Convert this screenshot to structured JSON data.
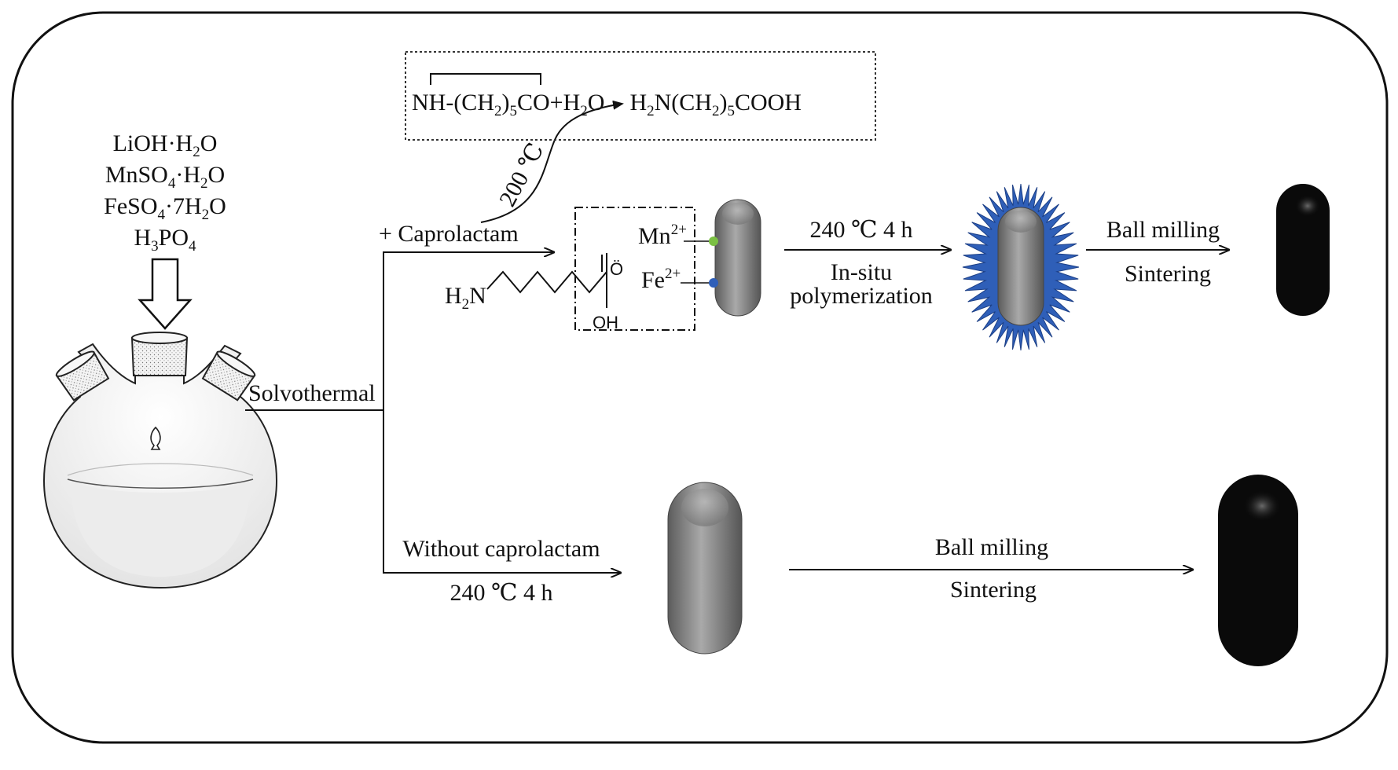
{
  "reagents": {
    "line1": {
      "a": "LiOH·H",
      "sub": "2",
      "b": "O"
    },
    "line2": {
      "a": "MnSO",
      "sub": "4",
      "b": "·H",
      "sub2": "2",
      "c": "O"
    },
    "line3": {
      "a": "FeSO",
      "sub": "4",
      "b": "·7H",
      "sub2": "2",
      "c": "O"
    },
    "line4": {
      "a": "H",
      "sub": "3",
      "b": "PO",
      "sub2": "4"
    }
  },
  "equation": {
    "p1": "NH-(CH",
    "s1": "2",
    "p2": ")",
    "s2": "5",
    "p3": "CO+H",
    "s3": "2",
    "p4": "O",
    "q1": "H",
    "t1": "2",
    "q2": "N(CH",
    "t2": "2",
    "q3": ")",
    "t3": "5",
    "q4": "COOH"
  },
  "labels": {
    "temp200": "200 ℃",
    "caprolactam": "+ Caprolactam",
    "solvothermal": "Solvothermal",
    "without": "Without caprolactam",
    "cond_bottom": "240 ℃ 4 h",
    "cond_top": "240 ℃ 4 h",
    "insitu1": "In-situ",
    "insitu2": "polymerization",
    "ball_top": "Ball milling",
    "sinter_top": "Sintering",
    "ball_bottom": "Ball milling",
    "sinter_bottom": "Sintering"
  },
  "molecule": {
    "h2n_a": "H",
    "h2n_sub": "2",
    "h2n_b": "N",
    "o_label": "Ö",
    "oh_label": "OH"
  },
  "ions": {
    "mn": "Mn",
    "mn_sup": "2+",
    "fe": "Fe",
    "fe_sup": "2+"
  },
  "colors": {
    "border": "#111111",
    "particle_gray": "#8a8a8a",
    "particle_black": "#0a0a0a",
    "spike_blue": "#2f5fb8",
    "mn_dot": "#7bc043",
    "fe_dot": "#2f5fb8"
  }
}
